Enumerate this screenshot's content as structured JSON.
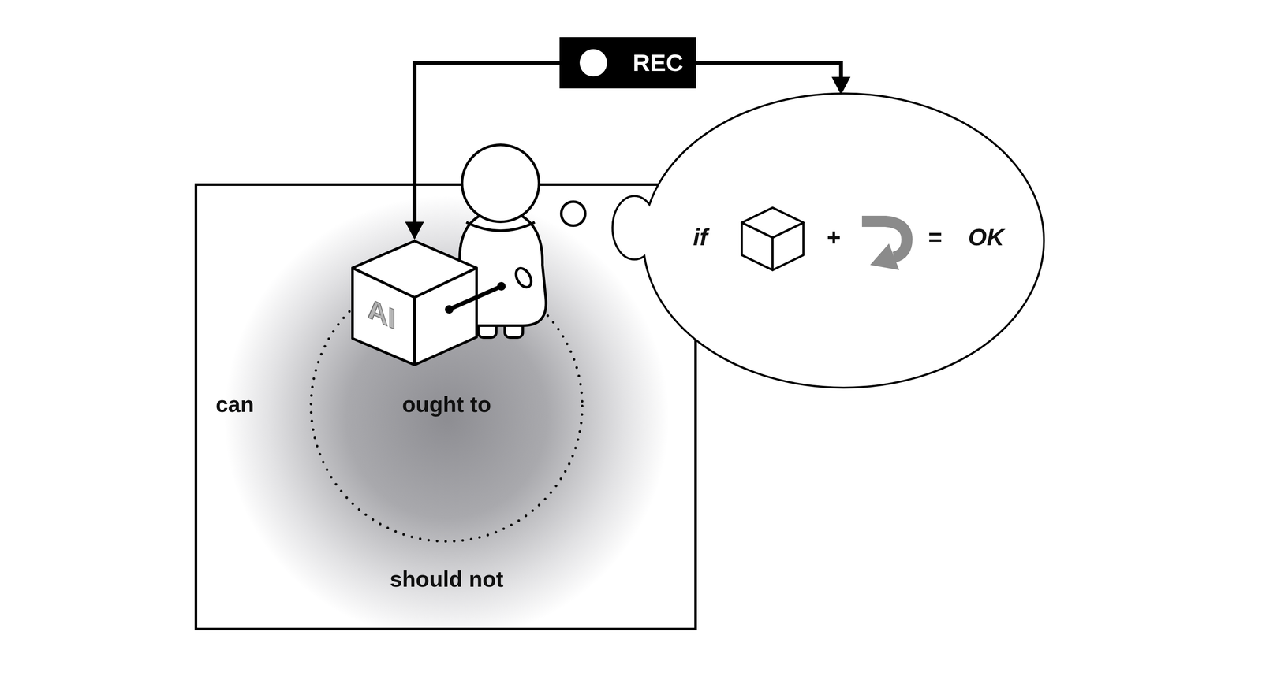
{
  "diagram": {
    "nodes": [
      {
        "text": [
          "REC"
        ]
      },
      {
        "text": [
          "can",
          "should not"
        ]
      },
      {
        "text": [
          "ought to"
        ],
        "in": 1
      },
      {
        "text": [
          "AI"
        ],
        "in": 1
      },
      {
        "text": [
          "if",
          "+",
          "=",
          "OK"
        ]
      }
    ],
    "edges": [
      {
        "from": 0,
        "to": 3,
        "arrow": "to"
      },
      {
        "from": 0,
        "to": 4,
        "arrow": "to"
      }
    ]
  }
}
